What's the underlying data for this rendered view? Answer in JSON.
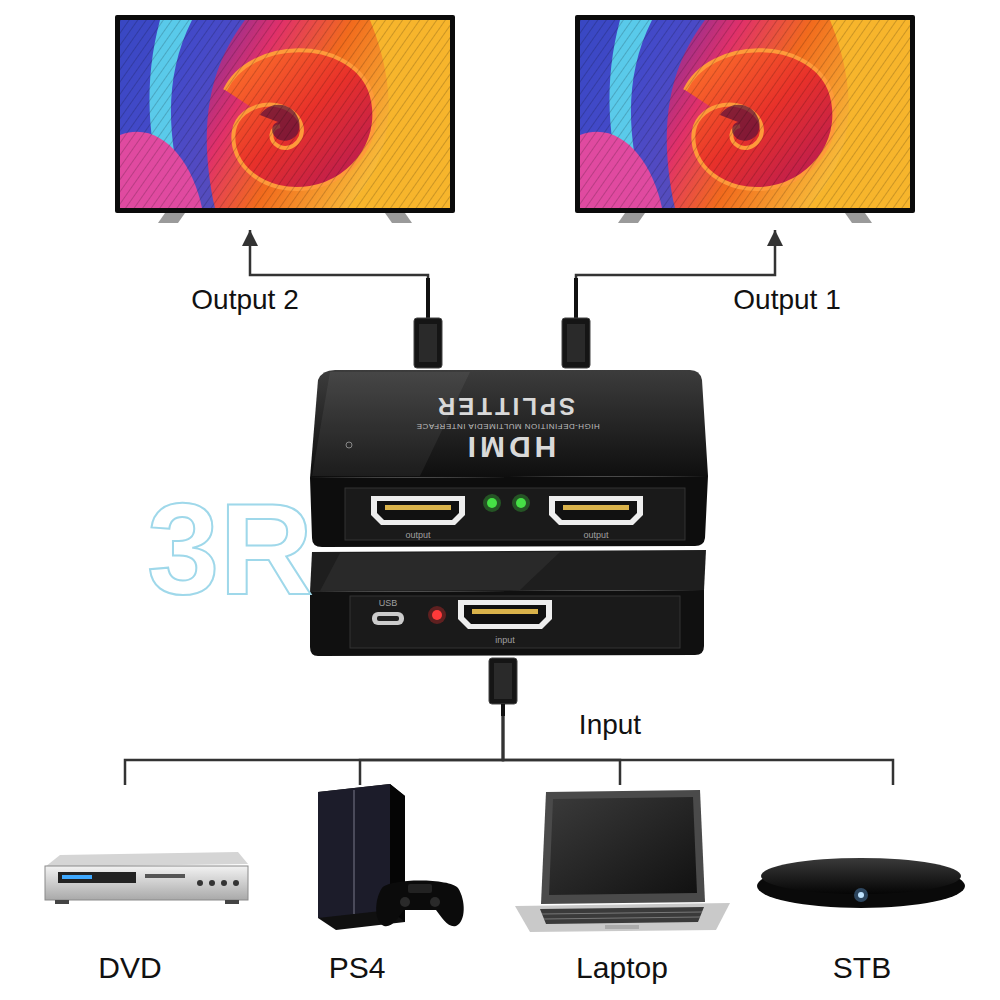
{
  "diagram": {
    "nodes": [
      {
        "text": [
          "Output 2"
        ]
      },
      {
        "text": [
          "Output 1"
        ]
      },
      {
        "text": [
          "HDMI",
          "HIGH-DEFINITION MULTIMEDIA INTERFACE",
          "SPLITTER",
          "output",
          "output",
          "USB",
          "input"
        ]
      },
      {
        "text": [
          "DVD"
        ]
      },
      {
        "text": [
          "PS4"
        ]
      },
      {
        "text": [
          "Laptop"
        ]
      },
      {
        "text": [
          "STB"
        ]
      }
    ],
    "edges": [
      {
        "from": 2,
        "to": 0,
        "arrow": "to"
      },
      {
        "from": 2,
        "to": 1,
        "arrow": "to"
      },
      {
        "from": 3,
        "to": 2,
        "arrow": "none"
      },
      {
        "from": 4,
        "to": 2,
        "arrow": "none"
      },
      {
        "from": 5,
        "to": 2,
        "arrow": "none"
      },
      {
        "from": 6,
        "to": 2,
        "arrow": "none"
      }
    ],
    "labels": [
      "Input",
      "3R"
    ]
  }
}
